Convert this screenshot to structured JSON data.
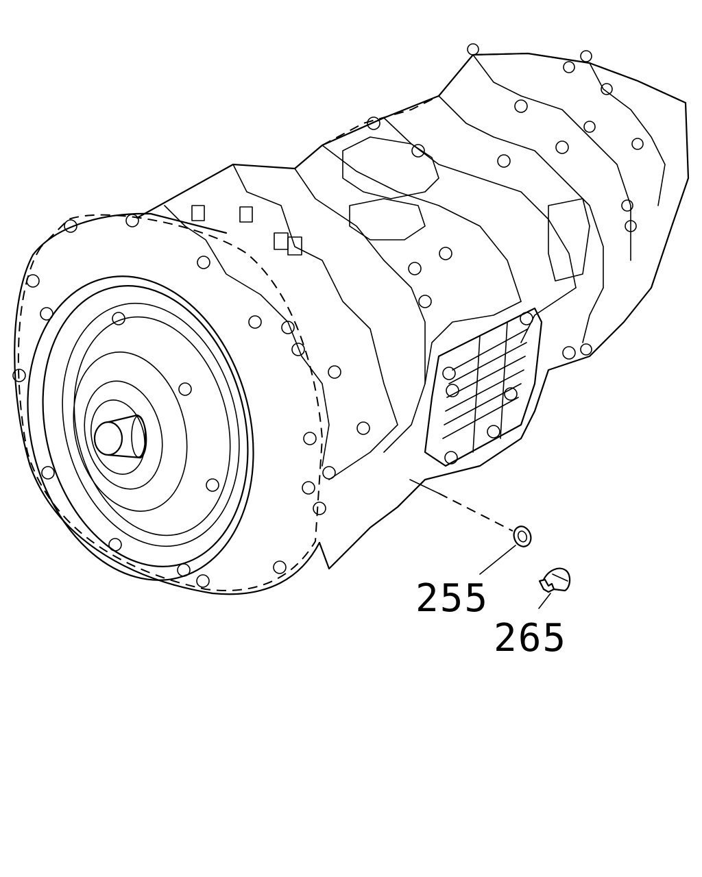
{
  "callouts": [
    {
      "id": "255",
      "label": "255"
    },
    {
      "id": "265",
      "label": "265"
    }
  ],
  "colors": {
    "line": "#000000",
    "background": "#ffffff"
  }
}
